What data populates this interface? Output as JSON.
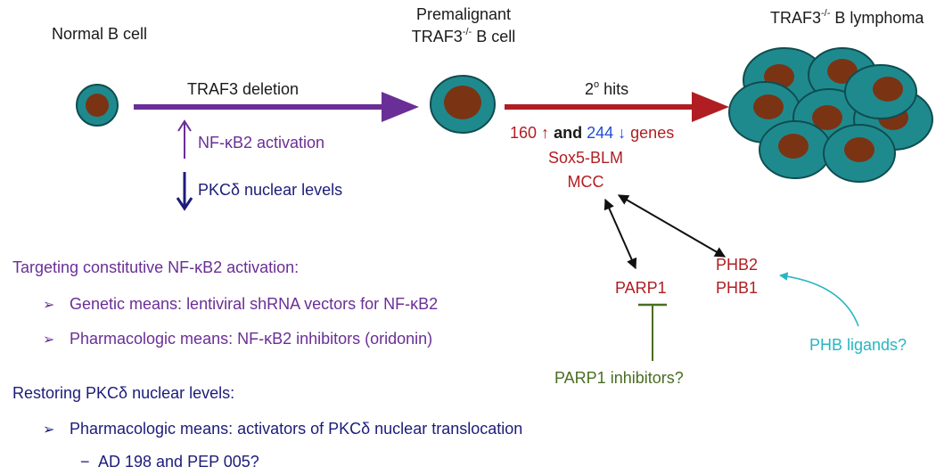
{
  "stages": {
    "normal": "Normal B cell",
    "premalignant_line1": "Premalignant",
    "premalignant_line2_prefix": "TRAF3",
    "premalignant_line2_sup": "-/-",
    "premalignant_line2_suffix": " B cell",
    "lymphoma_prefix": "TRAF3",
    "lymphoma_sup": "-/-",
    "lymphoma_suffix": " B lymphoma"
  },
  "arrows": {
    "deletion_label": "TRAF3 deletion",
    "hits_label_prefix": "2",
    "hits_label_sup": "o",
    "hits_label_suffix": " hits"
  },
  "effects": {
    "nfkb2_activation": "NF-κB2 activation",
    "pkc_levels": "PKCδ nuclear levels",
    "up_arrow": "↑",
    "down_arrow": "↓"
  },
  "genes": {
    "up_count": "160 ↑",
    "and": "and",
    "down_count": "244 ↓",
    "genes_word": "genes",
    "gene1": "Sox5-BLM",
    "gene2": "MCC"
  },
  "targets": {
    "parp1": "PARP1",
    "phb2": "PHB2",
    "phb1": "PHB1",
    "parp1_inhibitors": "PARP1 inhibitors?",
    "phb_ligands": "PHB ligands?"
  },
  "strategies": {
    "nfkb2_heading": "Targeting constitutive NF-κB2 activation:",
    "nfkb2_item1": "Genetic means: lentiviral  shRNA vectors for NF-κB2",
    "nfkb2_item2": "Pharmacologic means: NF-κB2 inhibitors (oridonin)",
    "pkc_heading": "Restoring PKCδ nuclear levels:",
    "pkc_item1": "Pharmacologic means: activators of PKCδ nuclear translocation",
    "pkc_subitem1": "AD 198 and PEP 005?",
    "bullet": "➢",
    "dash": "−"
  },
  "colors": {
    "purple": "#6a2f96",
    "navy": "#1c1c7a",
    "red": "#b01e23",
    "blue": "#1d4fd1",
    "green": "#4a6d22",
    "cyan": "#27b6c4",
    "cell_outer": "#1f8a8e",
    "cell_nucleus": "#7a3414"
  }
}
